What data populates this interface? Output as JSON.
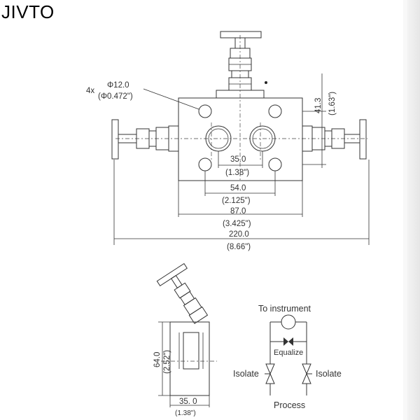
{
  "brand": "JIVTO",
  "front_view": {
    "holes_label_prefix": "4x",
    "holes_dia_mm": "Φ12.0",
    "holes_dia_in": "(Φ0.472\")",
    "height_mm": "41.3",
    "height_in": "(1.63\")",
    "dims": [
      {
        "mm": "35.0",
        "in": "(1.38\")"
      },
      {
        "mm": "54.0",
        "in": "(2.125\")"
      },
      {
        "mm": "87.0",
        "in": "(3.425\")"
      },
      {
        "mm": "220.0",
        "in": "(8.66\")"
      }
    ]
  },
  "side_view": {
    "height_mm": "64.0",
    "height_in": "(2.52\")",
    "width_mm": "35. 0",
    "width_in": "(1.38\")"
  },
  "schematic": {
    "top_label": "To instrument",
    "equalize": "Equalize",
    "isolate_left": "Isolate",
    "isolate_right": "Isolate",
    "bottom_label": "Process"
  }
}
